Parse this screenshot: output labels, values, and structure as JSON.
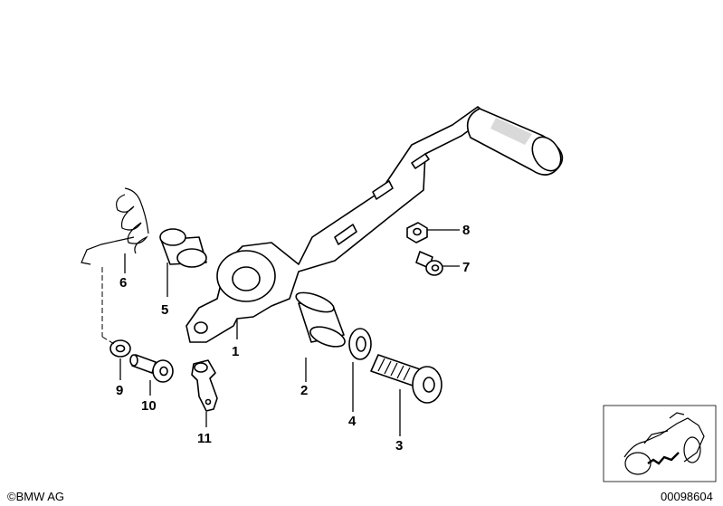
{
  "callouts": [
    {
      "id": "1",
      "label": "1"
    },
    {
      "id": "2",
      "label": "2"
    },
    {
      "id": "3",
      "label": "3"
    },
    {
      "id": "4",
      "label": "4"
    },
    {
      "id": "5",
      "label": "5"
    },
    {
      "id": "6",
      "label": "6"
    },
    {
      "id": "7",
      "label": "7"
    },
    {
      "id": "8",
      "label": "8"
    },
    {
      "id": "9",
      "label": "9"
    },
    {
      "id": "10",
      "label": "10"
    },
    {
      "id": "11",
      "label": "11"
    }
  ],
  "footer": {
    "copyright": "©BMW AG",
    "drawing_number": "00098604"
  }
}
